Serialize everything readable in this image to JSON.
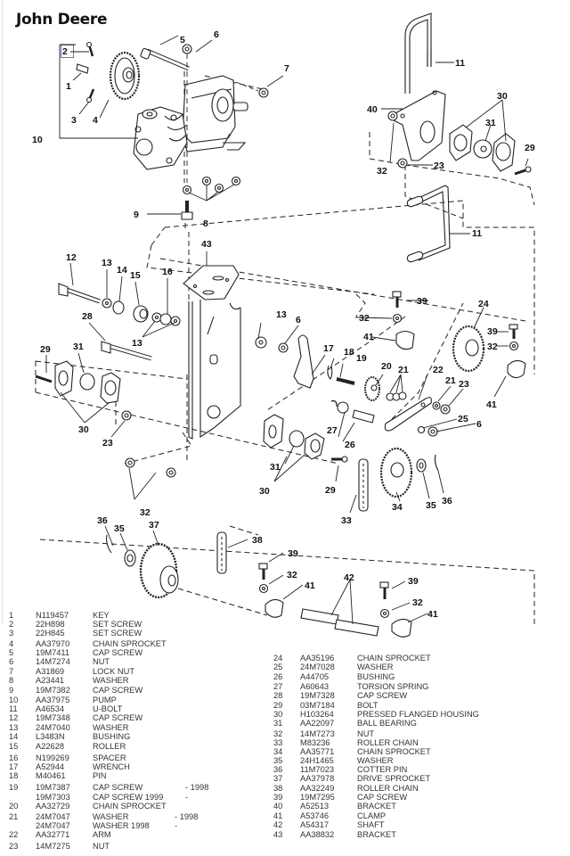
{
  "title": "John Deere",
  "diagram": {
    "callouts": [
      {
        "id": "c2",
        "label": "2"
      },
      {
        "id": "c1",
        "label": "1"
      },
      {
        "id": "c3",
        "label": "3"
      },
      {
        "id": "c4",
        "label": "4"
      },
      {
        "id": "c5",
        "label": "5"
      },
      {
        "id": "c6a",
        "label": "6"
      },
      {
        "id": "c7",
        "label": "7"
      },
      {
        "id": "c10",
        "label": "10"
      },
      {
        "id": "c9",
        "label": "9"
      },
      {
        "id": "c8",
        "label": "8"
      },
      {
        "id": "c11a",
        "label": "11"
      },
      {
        "id": "c40",
        "label": "40"
      },
      {
        "id": "c30a",
        "label": "30"
      },
      {
        "id": "c31a",
        "label": "31"
      },
      {
        "id": "c29a",
        "label": "29"
      },
      {
        "id": "c32a",
        "label": "32"
      },
      {
        "id": "c23a",
        "label": "23"
      },
      {
        "id": "c11b",
        "label": "11"
      },
      {
        "id": "c12",
        "label": "12"
      },
      {
        "id": "c13a",
        "label": "13"
      },
      {
        "id": "c14",
        "label": "14"
      },
      {
        "id": "c15",
        "label": "15"
      },
      {
        "id": "c16",
        "label": "16"
      },
      {
        "id": "c43",
        "label": "43"
      },
      {
        "id": "c13b",
        "label": "13"
      },
      {
        "id": "c28",
        "label": "28"
      },
      {
        "id": "c29b",
        "label": "29"
      },
      {
        "id": "c31b",
        "label": "31"
      },
      {
        "id": "c30b",
        "label": "30"
      },
      {
        "id": "c23b",
        "label": "23"
      },
      {
        "id": "c13c",
        "label": "13"
      },
      {
        "id": "c6b",
        "label": "6"
      },
      {
        "id": "c17",
        "label": "17"
      },
      {
        "id": "c18",
        "label": "18"
      },
      {
        "id": "c19",
        "label": "19"
      },
      {
        "id": "c20",
        "label": "20"
      },
      {
        "id": "c21a",
        "label": "21"
      },
      {
        "id": "c22",
        "label": "22"
      },
      {
        "id": "c21b",
        "label": "21"
      },
      {
        "id": "c23c",
        "label": "23"
      },
      {
        "id": "c25",
        "label": "25"
      },
      {
        "id": "c6c",
        "label": "6"
      },
      {
        "id": "c39a",
        "label": "39"
      },
      {
        "id": "c32b",
        "label": "32"
      },
      {
        "id": "c41a",
        "label": "41"
      },
      {
        "id": "c24",
        "label": "24"
      },
      {
        "id": "c39b",
        "label": "39"
      },
      {
        "id": "c32c",
        "label": "32"
      },
      {
        "id": "c41b",
        "label": "41"
      },
      {
        "id": "c27",
        "label": "27"
      },
      {
        "id": "c26",
        "label": "26"
      },
      {
        "id": "c31c",
        "label": "31"
      },
      {
        "id": "c30c",
        "label": "30"
      },
      {
        "id": "c29c",
        "label": "29"
      },
      {
        "id": "c33",
        "label": "33"
      },
      {
        "id": "c34",
        "label": "34"
      },
      {
        "id": "c35a",
        "label": "35"
      },
      {
        "id": "c36a",
        "label": "36"
      },
      {
        "id": "c32d",
        "label": "32"
      },
      {
        "id": "c36b",
        "label": "36"
      },
      {
        "id": "c35b",
        "label": "35"
      },
      {
        "id": "c37",
        "label": "37"
      },
      {
        "id": "c38",
        "label": "38"
      },
      {
        "id": "c39c",
        "label": "39"
      },
      {
        "id": "c32e",
        "label": "32"
      },
      {
        "id": "c41c",
        "label": "41"
      },
      {
        "id": "c42",
        "label": "42"
      },
      {
        "id": "c39d",
        "label": "39"
      },
      {
        "id": "c32f",
        "label": "32"
      },
      {
        "id": "c41d",
        "label": "41"
      }
    ]
  },
  "parts_left": [
    {
      "num": "1",
      "part": "N119457",
      "desc": "KEY",
      "note": ""
    },
    {
      "num": "2",
      "part": "22H898",
      "desc": "SET SCREW",
      "note": ""
    },
    {
      "num": "3",
      "part": "22H845",
      "desc": "SET SCREW",
      "note": ""
    },
    {
      "num": "4",
      "part": "AA37970",
      "desc": "CHAIN SPROCKET",
      "note": ""
    },
    {
      "num": "5",
      "part": "19M7411",
      "desc": "CAP SCREW",
      "note": ""
    },
    {
      "num": "6",
      "part": "14M7274",
      "desc": "NUT",
      "note": ""
    },
    {
      "num": "7",
      "part": "A31869",
      "desc": "LOCK NUT",
      "note": ""
    },
    {
      "num": "8",
      "part": "A23441",
      "desc": "WASHER",
      "note": ""
    },
    {
      "num": "9",
      "part": "19M7382",
      "desc": "CAP SCREW",
      "note": ""
    },
    {
      "num": "10",
      "part": "AA37975",
      "desc": "PUMP",
      "note": ""
    },
    {
      "num": "11",
      "part": "A46534",
      "desc": "U-BOLT",
      "note": ""
    },
    {
      "num": "12",
      "part": "19M7348",
      "desc": "CAP SCREW",
      "note": ""
    },
    {
      "num": "13",
      "part": "24M7040",
      "desc": "WASHER",
      "note": ""
    },
    {
      "num": "14",
      "part": "L3483N",
      "desc": "BUSHING",
      "note": ""
    },
    {
      "num": "15",
      "part": "A22628",
      "desc": "ROLLER",
      "note": ""
    },
    {
      "num": "16",
      "part": "N199269",
      "desc": "SPACER",
      "note": ""
    },
    {
      "num": "17",
      "part": "A52944",
      "desc": "WRENCH",
      "note": ""
    },
    {
      "num": "18",
      "part": "M40461",
      "desc": "PIN",
      "note": ""
    },
    {
      "num": "19",
      "part": "19M7387",
      "desc": "CAP SCREW",
      "note": "-   1998"
    },
    {
      "num": "",
      "part": "19M7303",
      "desc": "CAP SCREW 1999",
      "note": "-"
    },
    {
      "num": "20",
      "part": "AA32729",
      "desc": "CHAIN SPROCKET",
      "note": ""
    },
    {
      "num": "21",
      "part": "24M7047",
      "desc": "WASHER",
      "note": "-   1998"
    },
    {
      "num": "",
      "part": "24M7047",
      "desc": "WASHER  1998",
      "note": "-"
    },
    {
      "num": "22",
      "part": "AA32771",
      "desc": "ARM",
      "note": ""
    },
    {
      "num": "23",
      "part": "14M7275",
      "desc": "NUT",
      "note": ""
    }
  ],
  "parts_right": [
    {
      "num": "24",
      "part": "AA35196",
      "desc": "CHAIN SPROCKET"
    },
    {
      "num": "25",
      "part": "24M7028",
      "desc": "WASHER"
    },
    {
      "num": "26",
      "part": "A44705",
      "desc": "BUSHING"
    },
    {
      "num": "27",
      "part": "A60643",
      "desc": "TORSION SPRING"
    },
    {
      "num": "28",
      "part": "19M7328",
      "desc": "CAP SCREW"
    },
    {
      "num": "29",
      "part": "03M7184",
      "desc": "BOLT"
    },
    {
      "num": "30",
      "part": "H103264",
      "desc": "PRESSED FLANGED HOUSING"
    },
    {
      "num": "31",
      "part": "AA22097",
      "desc": "BALL BEARING"
    },
    {
      "num": "32",
      "part": "14M7273",
      "desc": "NUT"
    },
    {
      "num": "33",
      "part": "M83236",
      "desc": "ROLLER CHAIN"
    },
    {
      "num": "34",
      "part": "AA35771",
      "desc": "CHAIN SPROCKET"
    },
    {
      "num": "35",
      "part": "24H1465",
      "desc": "WASHER"
    },
    {
      "num": "36",
      "part": "11M7023",
      "desc": "COTTER PIN"
    },
    {
      "num": "37",
      "part": "AA37978",
      "desc": "DRIVE SPROCKET"
    },
    {
      "num": "38",
      "part": "AA32249",
      "desc": "ROLLER CHAIN"
    },
    {
      "num": "39",
      "part": "19M7295",
      "desc": "CAP SCREW"
    },
    {
      "num": "40",
      "part": "A52513",
      "desc": "BRACKET"
    },
    {
      "num": "41",
      "part": "A53746",
      "desc": "CLAMP"
    },
    {
      "num": "42",
      "part": "A54317",
      "desc": "SHAFT"
    },
    {
      "num": "43",
      "part": "AA38832",
      "desc": "BRACKET"
    }
  ]
}
